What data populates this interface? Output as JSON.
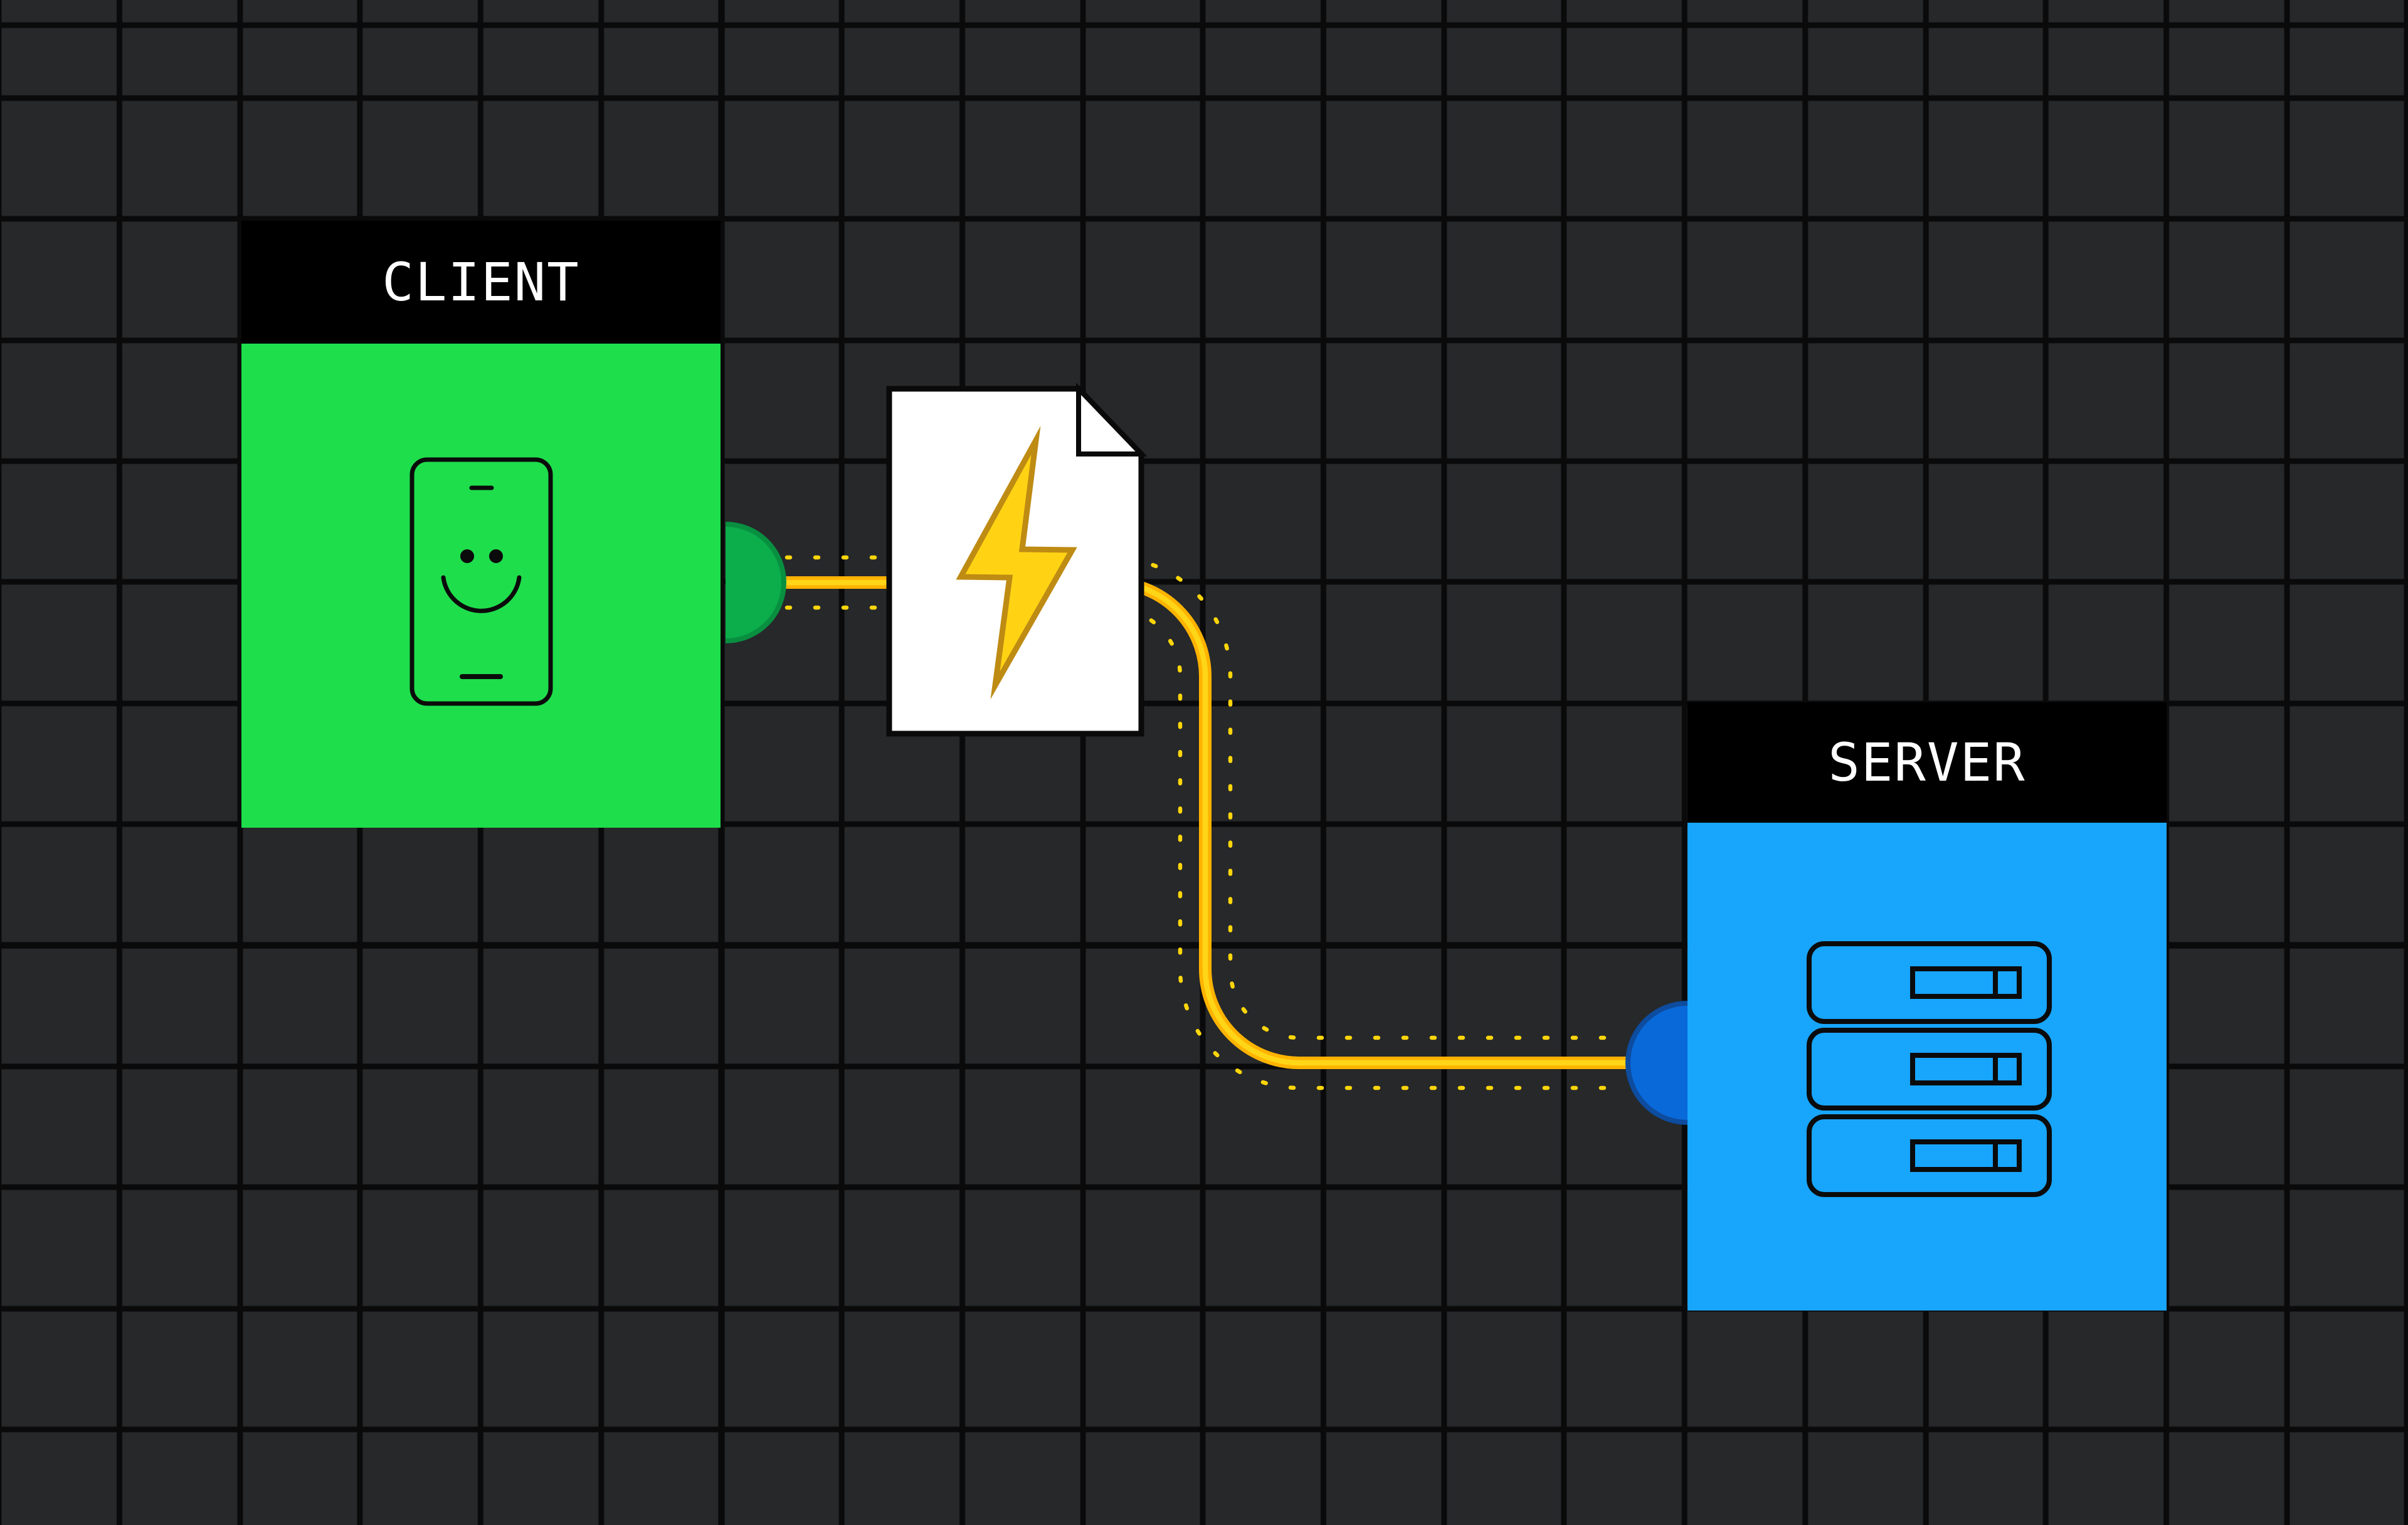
{
  "diagram": {
    "title": "Client to server request over a connection pipe",
    "nodes": {
      "client": {
        "label": "CLIENT",
        "icon": "smartphone-smiley-icon",
        "box_color": "#1ede4c",
        "port_color": "#0cad4b",
        "port_stroke_color": "#089040",
        "label_bg": "#000000",
        "label_text_color": "#ffffff"
      },
      "server": {
        "label": "SERVER",
        "icon": "server-rack-icon",
        "box_color": "#18a5fc",
        "port_color": "#0a69d9",
        "port_stroke_color": "#0d4c9e",
        "label_bg": "#000000",
        "label_text_color": "#ffffff"
      }
    },
    "connection": {
      "style": "solid pipe with dotted outline",
      "line_color": "#ffb300",
      "line_core_color": "#ffd617",
      "dot_color": "#ffd60a",
      "payload": {
        "icon": "lightning-document-icon",
        "paper_color": "#ffffff",
        "bolt_fill": "#ffd314",
        "bolt_stroke": "#be8b13"
      }
    },
    "background": {
      "cell_color": "#26282a",
      "grid_line_color": "#0a0a0b"
    }
  }
}
